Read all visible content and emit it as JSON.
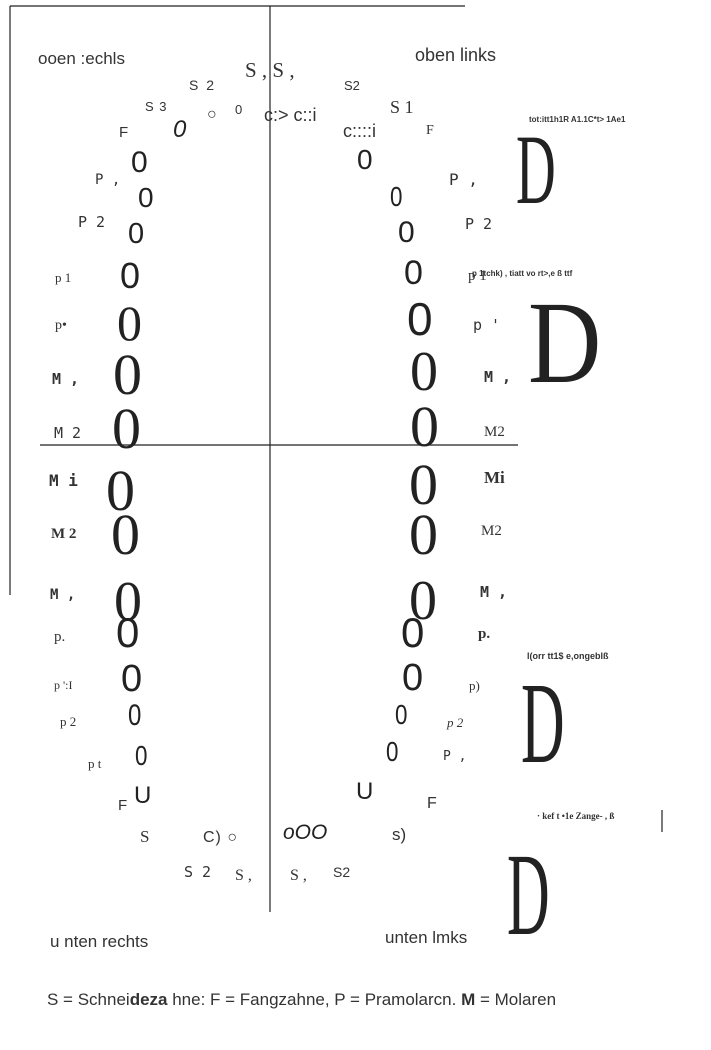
{
  "quadrants": {
    "top_right": "ooen :echls",
    "top_left": "oben links",
    "bottom_right": "u nten rechts",
    "bottom_left": "unten lmks"
  },
  "labels": {
    "top_row": [
      "S , S ,",
      "S 2",
      "S 3",
      "F",
      "c:> c::i",
      "S2",
      "c::::i",
      "S 1",
      "F"
    ],
    "left": [
      "P ,",
      "P 2",
      "p 1",
      "p•",
      "M ,",
      "M 2",
      "M i",
      "M 2",
      "M ,",
      "p.",
      "p ':I",
      "p 2",
      "p t",
      "F"
    ],
    "right": [
      "P ,",
      "P 2",
      "p 1",
      "p '",
      "M ,",
      "M2",
      "Mi",
      "M2",
      "M ,",
      "p.",
      "p)",
      "p 2",
      "P ,",
      "F"
    ],
    "bottom": [
      "S",
      "C) ○",
      "oOO",
      "s)",
      "S 2",
      "S ,",
      "S ,",
      "S2"
    ],
    "small_zeros": [
      "0",
      "○",
      "0"
    ]
  },
  "side_notes": {
    "note1": "tot:itt1h1R A1.1C*t> 1Ae1",
    "note2": "p 1tchk) , tiatt vo rt>,e ß ttf",
    "note3": "l(orr tt1$ e,ongeblß",
    "note4": "· kef t •1e Zange- , ß"
  },
  "side_glyphs": [
    "D",
    "D",
    "D",
    "D"
  ],
  "tooth_glyph": "0",
  "legend": {
    "part1": "S = Schnei",
    "part2": "deza",
    "part3": " hne: F = Fangzahne, P = Pramo",
    "part4": "larcn. ",
    "M": "M",
    "part5": " = Molaren"
  },
  "colors": {
    "text": "#333333",
    "line": "#222222",
    "background": "#ffffff"
  }
}
